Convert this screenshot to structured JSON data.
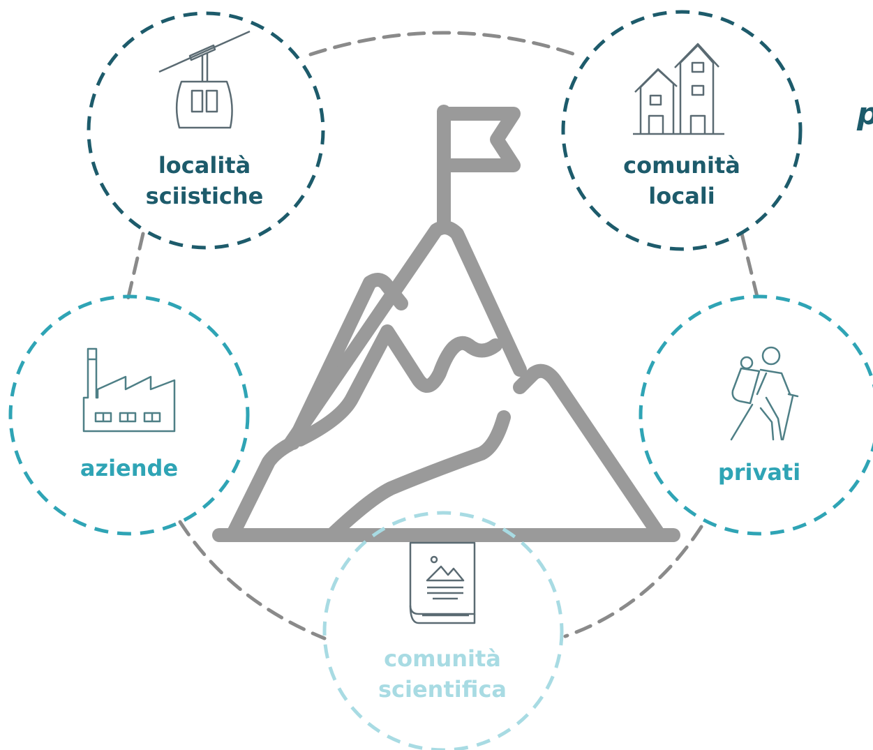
{
  "colors": {
    "dark_teal": "#1d5b6b",
    "teal": "#2fa4b5",
    "light_teal": "#a8dbe3",
    "gray": "#8a8a8a",
    "mountain_gray": "#9a9a9a"
  },
  "edge_text": "p",
  "nodes": [
    {
      "id": "localita",
      "lines": [
        "località",
        "sciistiche"
      ],
      "icon": "cable-car-icon",
      "color": "dark_teal"
    },
    {
      "id": "comunita-locali",
      "lines": [
        "comunità",
        "locali"
      ],
      "icon": "houses-icon",
      "color": "dark_teal"
    },
    {
      "id": "aziende",
      "lines": [
        "aziende"
      ],
      "icon": "factory-icon",
      "color": "teal"
    },
    {
      "id": "privati",
      "lines": [
        "privati"
      ],
      "icon": "hiker-icon",
      "color": "teal"
    },
    {
      "id": "comunita-scientifica",
      "lines": [
        "comunità",
        "scientifica"
      ],
      "icon": "book-icon",
      "color": "light_teal"
    }
  ],
  "center_icon": "mountain-flag-icon"
}
